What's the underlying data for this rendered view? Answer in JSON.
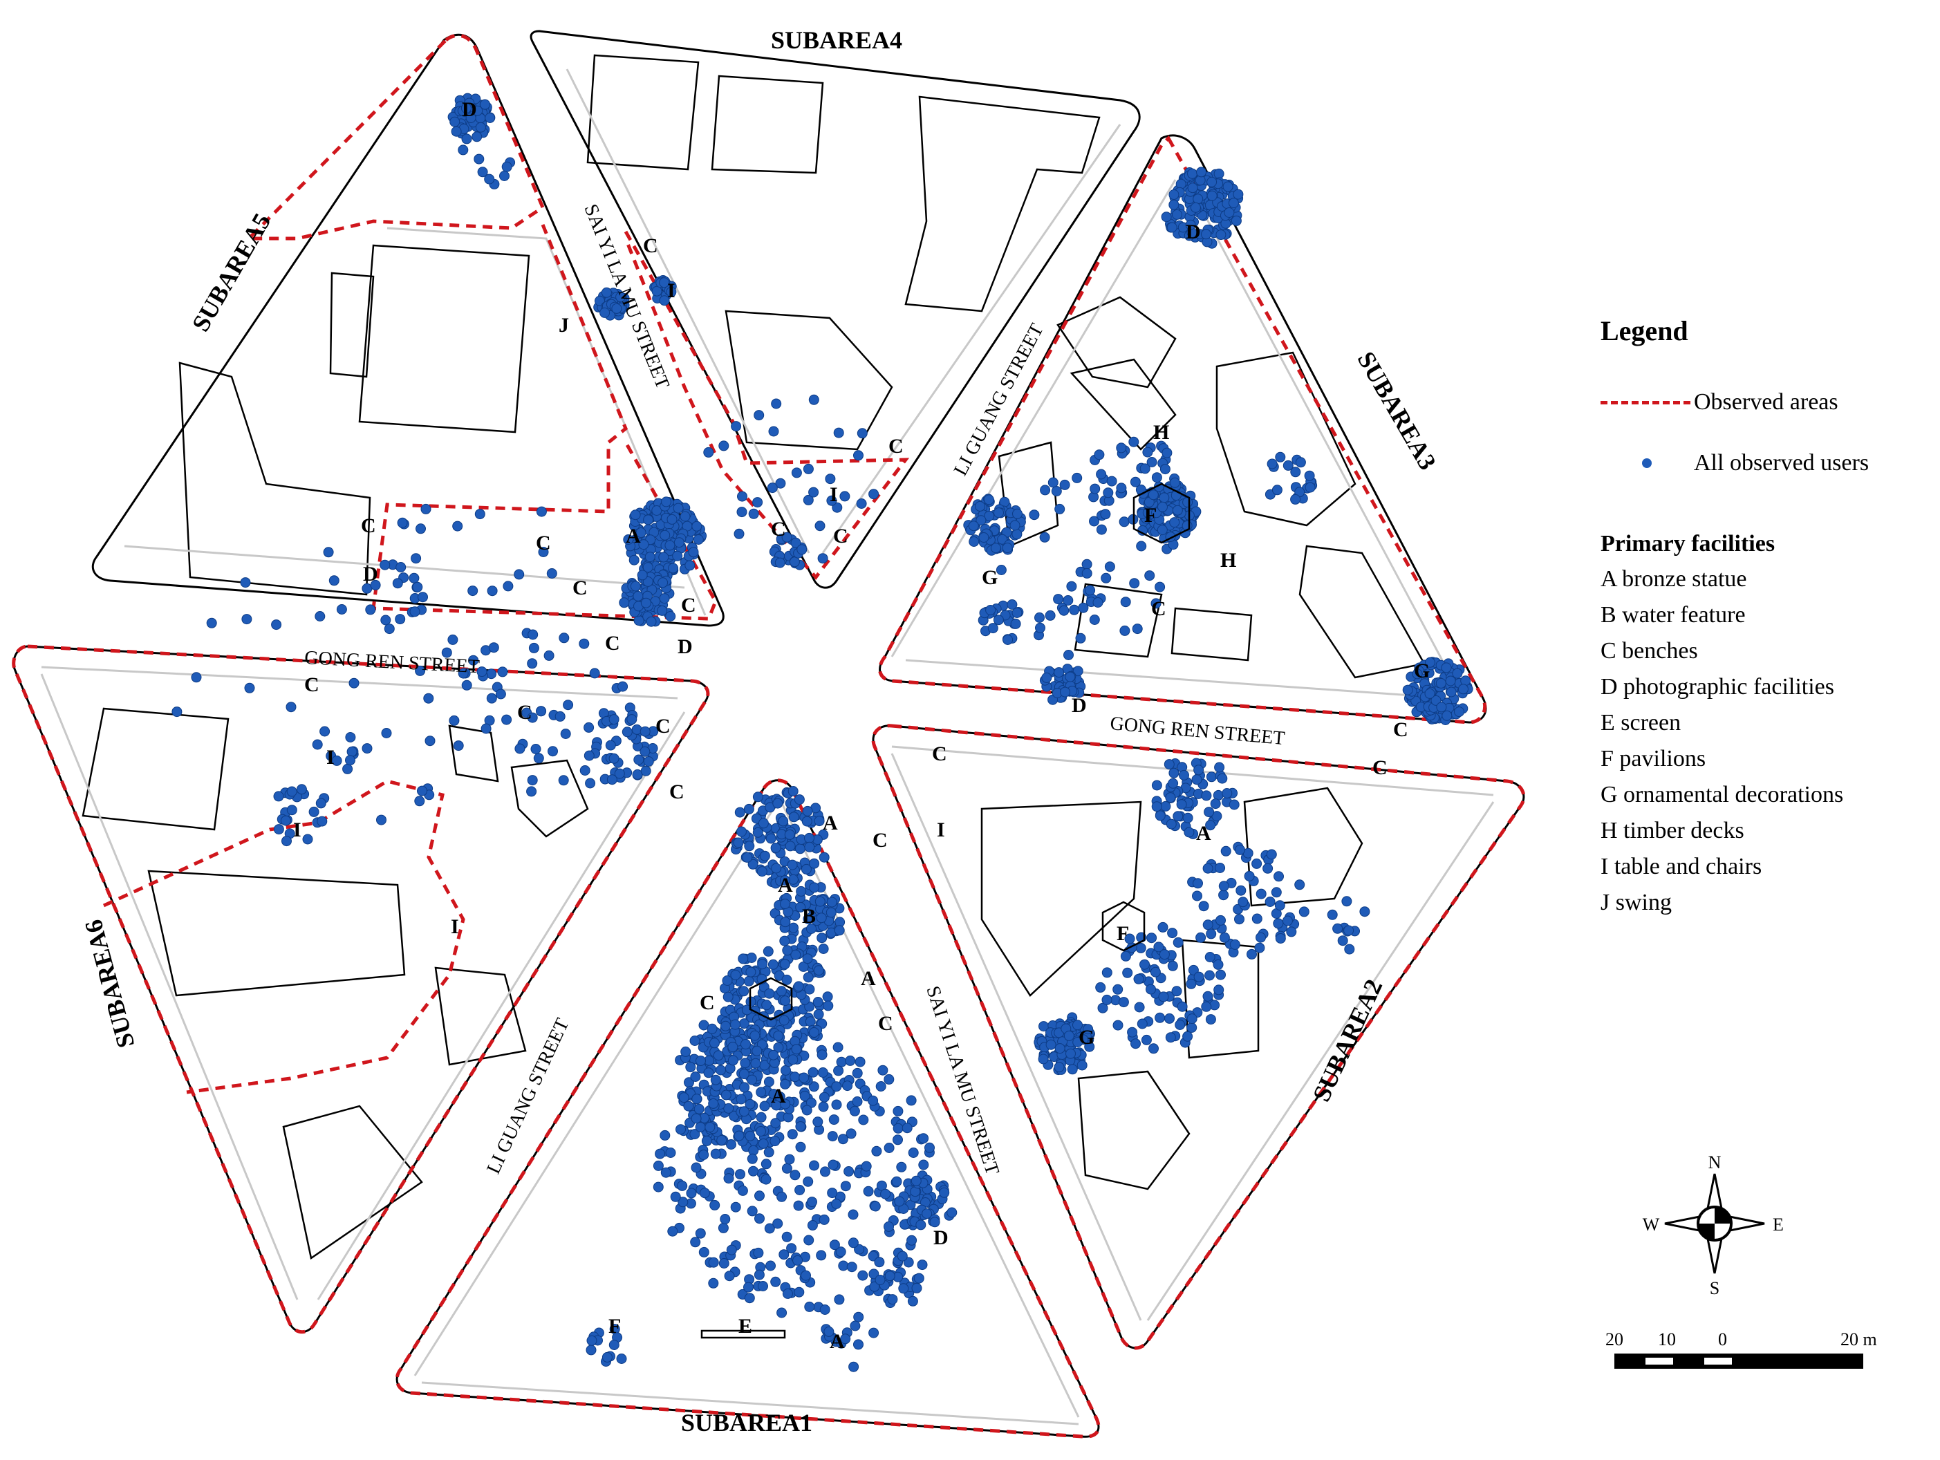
{
  "colors": {
    "observed_area_line": "#d0161c",
    "user_dot": "#1f5bb8",
    "outline": "#000000",
    "path": "#c8c8c8"
  },
  "subareas": [
    "SUBAREA1",
    "SUBAREA2",
    "SUBAREA3",
    "SUBAREA4",
    "SUBAREA5",
    "SUBAREA6"
  ],
  "streets": {
    "gong_ren_left": "GONG REN STREET",
    "gong_ren_right": "GONG REN STREET",
    "li_guang_upper": "LI GUANG STREET",
    "li_guang_lower": "LI GUANG STREET",
    "sai_yi_upper": "SAI YI LA MU STREET",
    "sai_yi_lower": "SAI YI LA MU STREET"
  },
  "facility_markers": {
    "s1": [
      "A",
      "A",
      "B",
      "A",
      "C",
      "C",
      "A",
      "D",
      "E",
      "F",
      "A"
    ],
    "s2": [
      "C",
      "C",
      "I",
      "C",
      "A",
      "F",
      "G"
    ],
    "s3": [
      "D",
      "H",
      "F",
      "H",
      "G",
      "C",
      "D",
      "G",
      "C"
    ],
    "s4": [
      "C",
      "I",
      "C",
      "C",
      "C",
      "I"
    ],
    "s5": [
      "D",
      "J",
      "C",
      "D",
      "C",
      "A",
      "C",
      "C",
      "C",
      "D"
    ],
    "s6": [
      "C",
      "C",
      "C",
      "C",
      "I",
      "I",
      "I"
    ]
  },
  "legend": {
    "title": "Legend",
    "observed_label": "Observed areas",
    "users_label": "All observed users",
    "facilities_title": "Primary facilities",
    "facilities": [
      "A bronze statue",
      "B water feature",
      "C benches",
      "D photographic facilities",
      "E screen",
      "F pavilions",
      "G ornamental decorations",
      "H timber decks",
      "I table and chairs",
      "J swing"
    ]
  },
  "compass": {
    "n": "N",
    "s": "S",
    "e": "E",
    "w": "W"
  },
  "scale": {
    "ticks": [
      "20",
      "10",
      "0",
      "20 m"
    ]
  }
}
